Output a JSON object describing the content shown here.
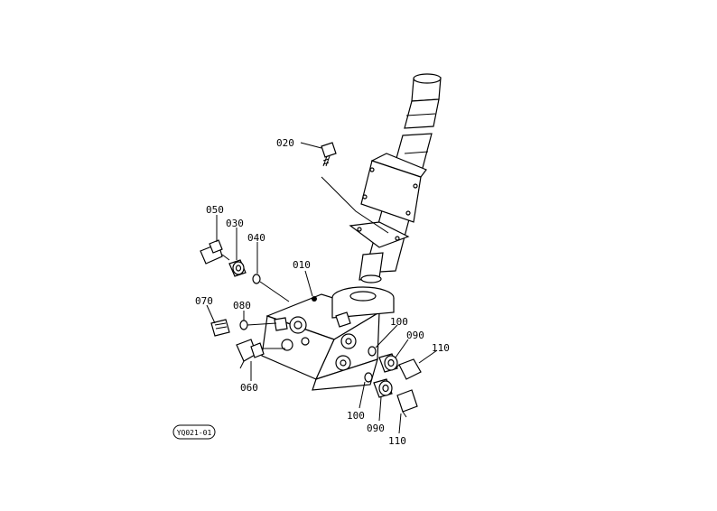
{
  "callouts": {
    "c010": "010",
    "c020": "020",
    "c030": "030",
    "c040": "040",
    "c050": "050",
    "c060": "060",
    "c070": "070",
    "c080": "080",
    "c090a": "090",
    "c090b": "090",
    "c100a": "100",
    "c100b": "100",
    "c110a": "110",
    "c110b": "110"
  },
  "figure_code": "YQ021-01"
}
